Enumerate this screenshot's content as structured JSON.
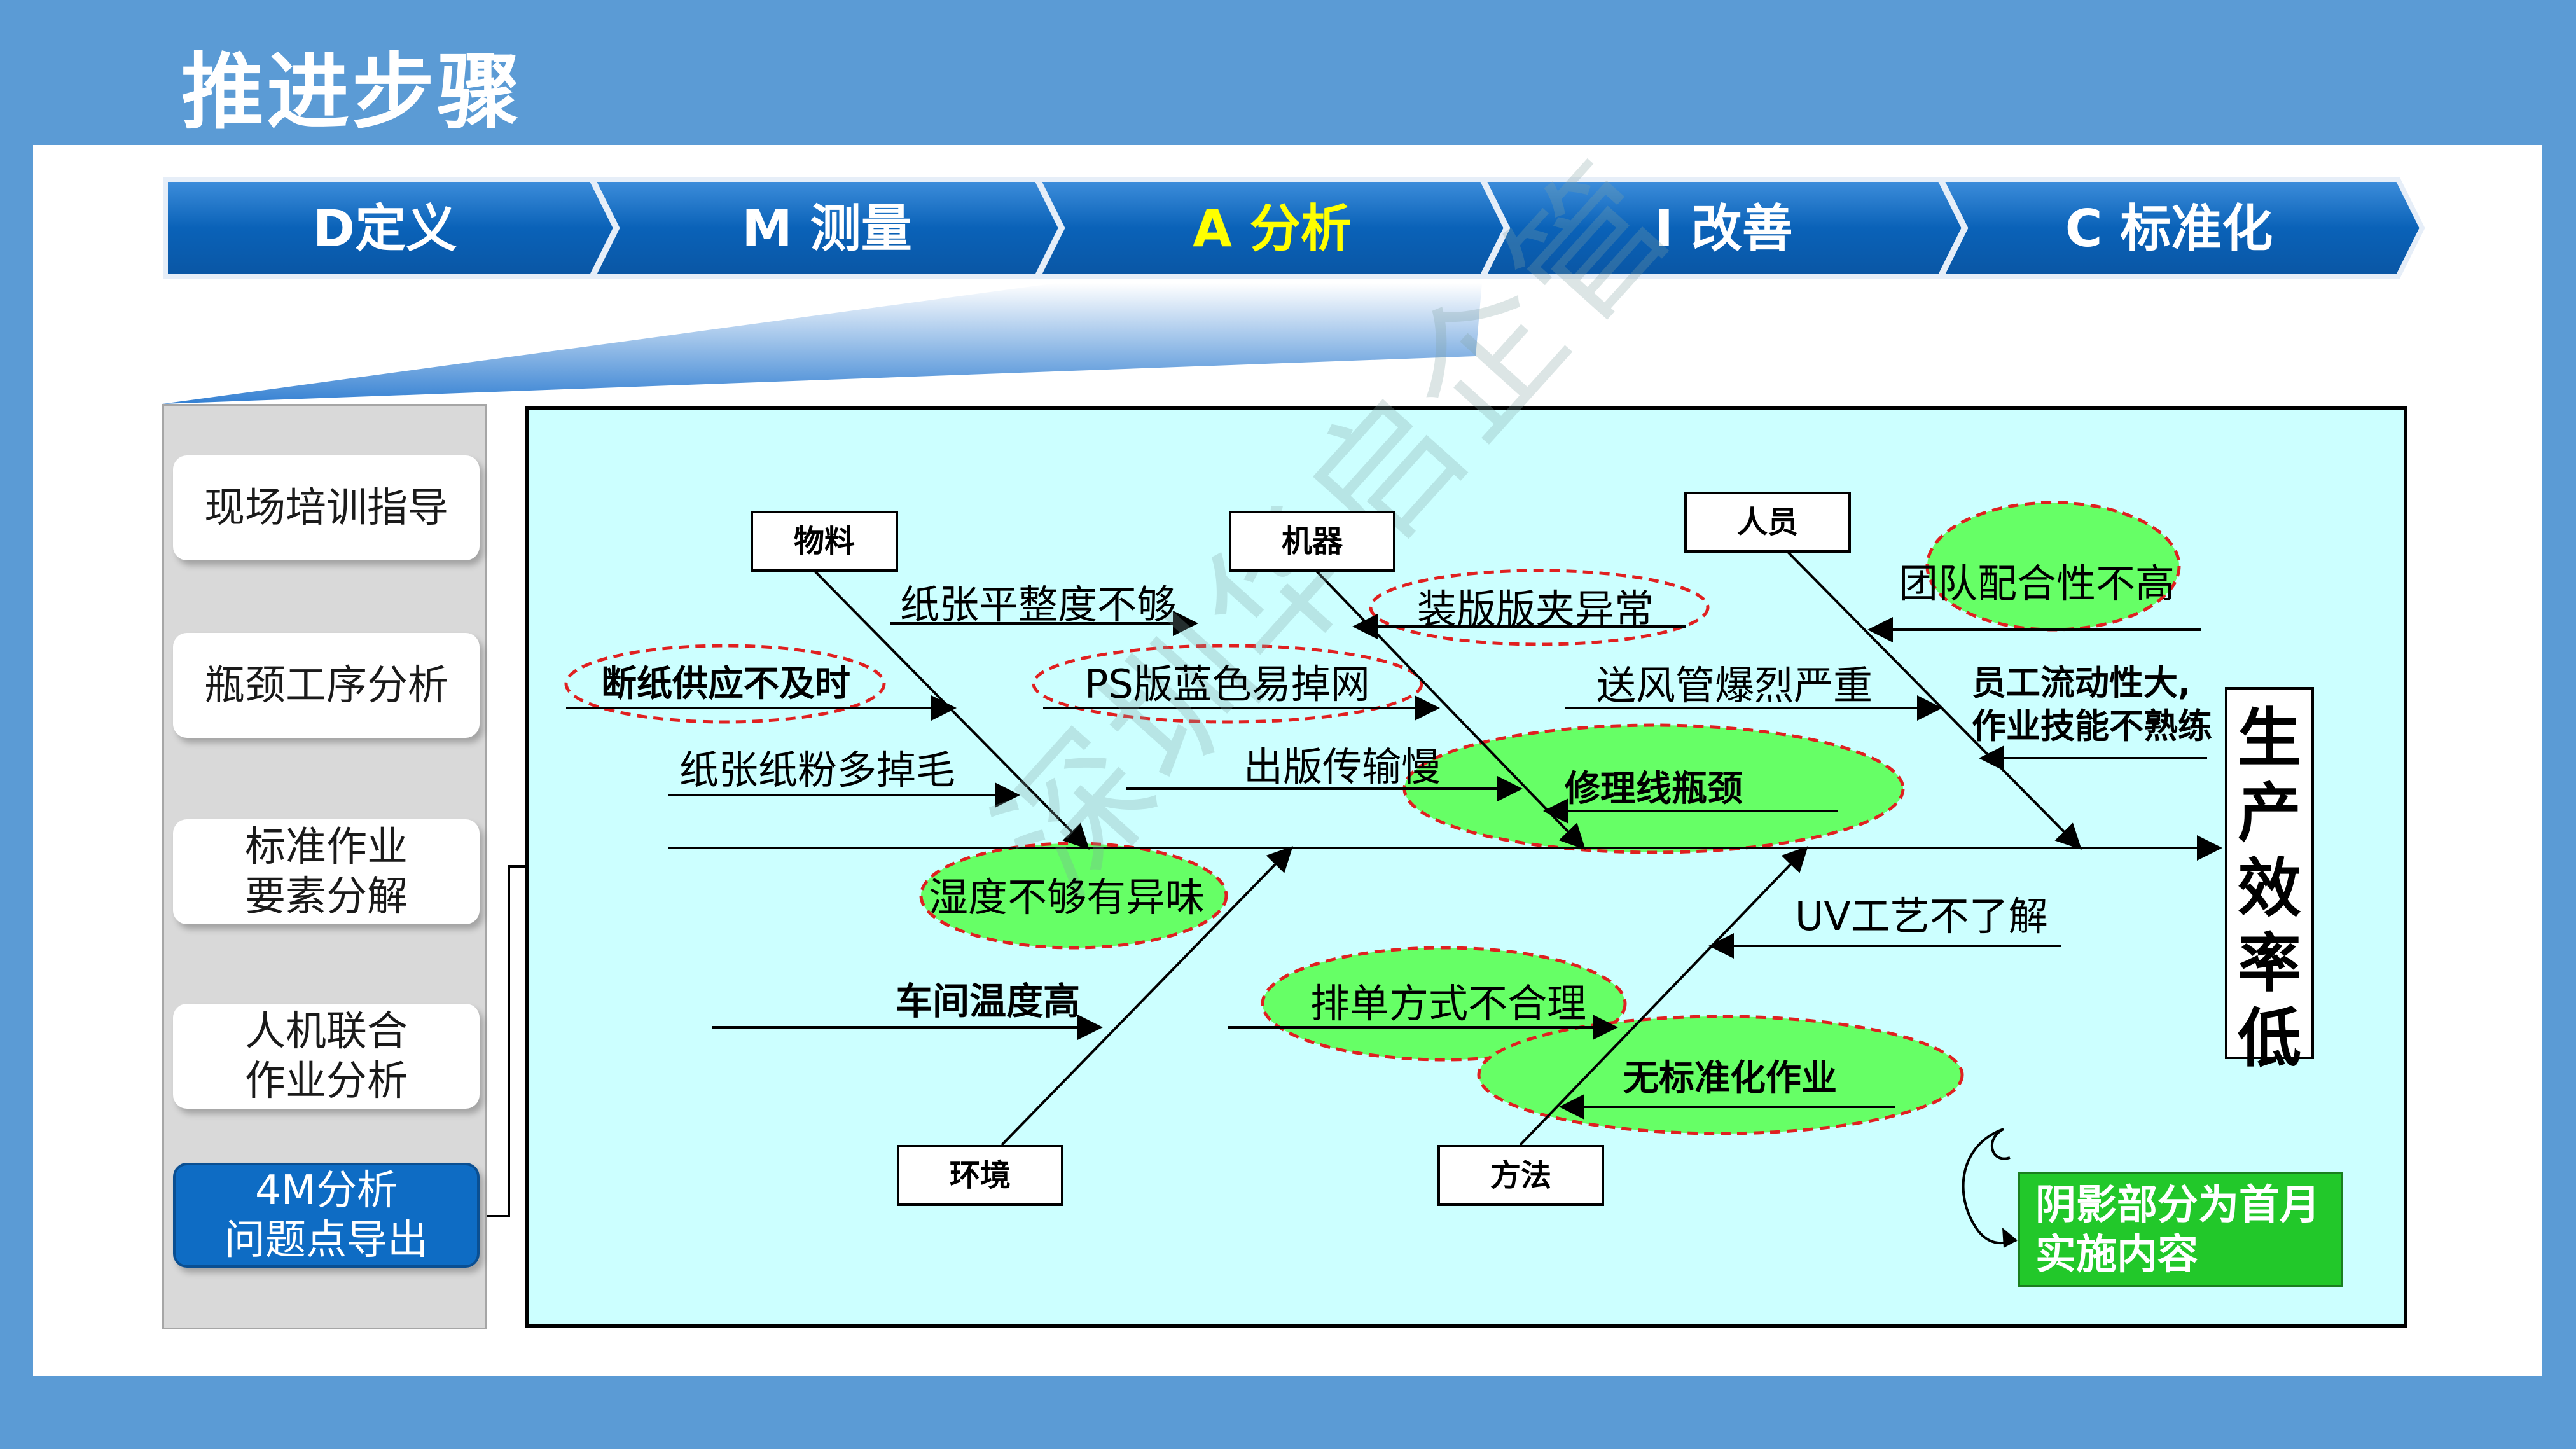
{
  "title": "推进步骤",
  "stages": [
    {
      "label": "D定义",
      "active": false
    },
    {
      "label": "M 测量",
      "active": false
    },
    {
      "label": "A 分析",
      "active": true
    },
    {
      "label": "I 改善",
      "active": false
    },
    {
      "label": "C 标准化",
      "active": false
    }
  ],
  "sidebar": {
    "items": [
      {
        "label": "现场培训指导",
        "active": false
      },
      {
        "label": "瓶颈工序分析",
        "active": false
      },
      {
        "label": "标准作业\n要素分解",
        "active": false
      },
      {
        "label": "人机联合\n作业分析",
        "active": false
      },
      {
        "label": "4M分析\n问题点导出",
        "active": true
      }
    ]
  },
  "fishbone": {
    "effect": "生\n产\n效\n率\n低",
    "categories": {
      "material": "物料",
      "machine": "机器",
      "people": "人员",
      "environment": "环境",
      "method": "方法"
    },
    "causes": {
      "paper_flatness": "纸张平整度不够",
      "paper_supply": "断纸供应不及时",
      "paper_dust": "纸张纸粉多掉毛",
      "plate_clamp": "装版版夹异常",
      "ps_plate": "PS版蓝色易掉网",
      "plate_transfer": "出版传输慢",
      "bottleneck_line": "修理线瓶颈",
      "air_duct": "送风管爆烈严重",
      "team_cooperation": "团队配合性不高",
      "staff_turnover": "员工流动性大,\n作业技能不熟练",
      "humidity_odor": "湿度不够有异味",
      "workshop_temp": "车间温度高",
      "scheduling": "排单方式不合理",
      "uv_process": "UV工艺不了解",
      "no_standard": "无标准化作业"
    }
  },
  "note": "阴影部分为首月\n实施内容",
  "watermark": "深圳华启企管",
  "colors": {
    "background": "#5b9bd5",
    "stage_blue": "#0b6cc4",
    "stage_active_text": "#ffff00",
    "diagram_bg": "#ccffff",
    "highlight_green": "#66ff66",
    "dashed_red": "#e02020",
    "note_green": "#22c82a"
  }
}
